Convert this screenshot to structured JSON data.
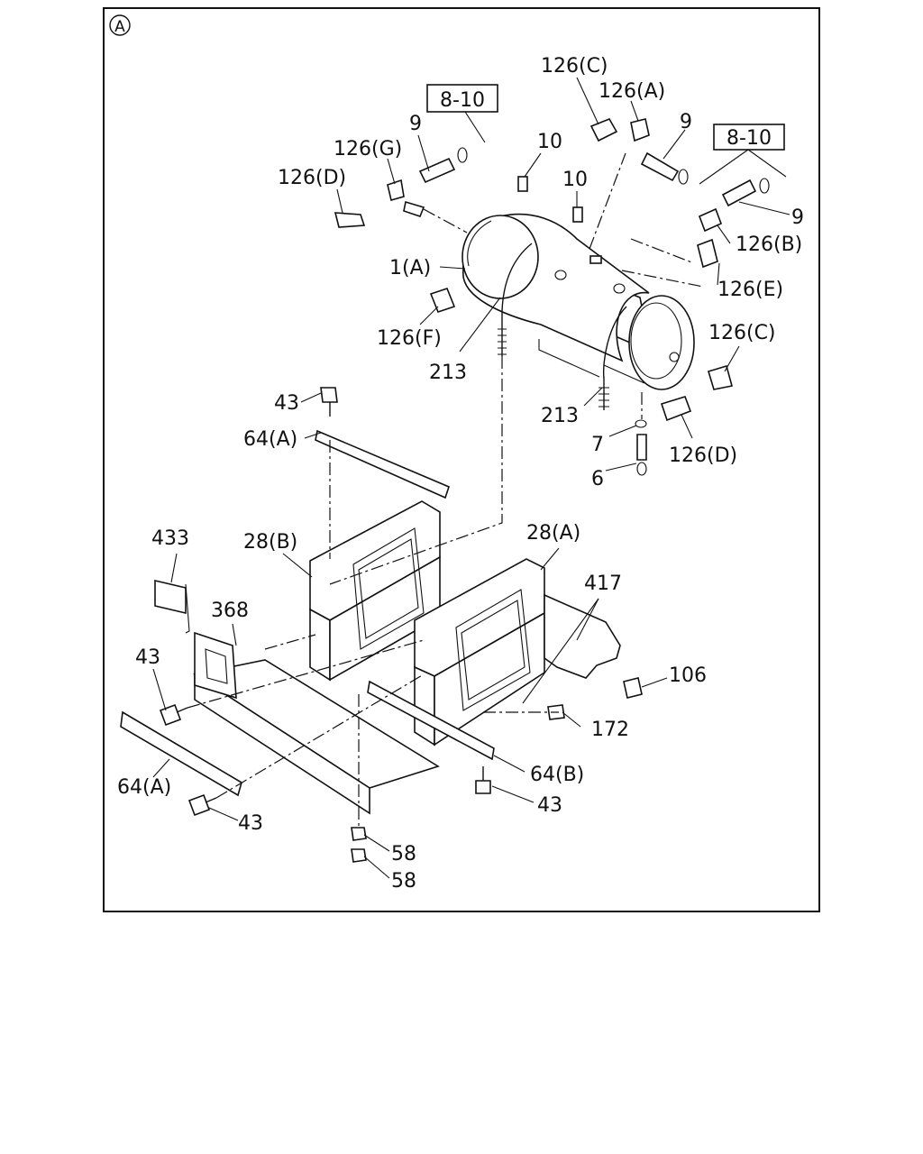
{
  "section_marker": "A",
  "callouts": {
    "ref_810_left": "8-10",
    "ref_810_right": "8-10",
    "p126C_top": "126(C)",
    "p126A": "126(A)",
    "p9_top_left": "9",
    "p9_top_right": "9",
    "p9_right": "9",
    "p10_a": "10",
    "p10_b": "10",
    "p126G": "126(G)",
    "p126D_left": "126(D)",
    "p126B": "126(B)",
    "p126E": "126(E)",
    "p1A": "1(A)",
    "p126F": "126(F)",
    "p213_left": "213",
    "p213_right": "213",
    "p126C_right": "126(C)",
    "p126D_right": "126(D)",
    "p43_top": "43",
    "p64A_top": "64(A)",
    "p7": "7",
    "p6": "6",
    "p433": "433",
    "p28B": "28(B)",
    "p28A": "28(A)",
    "p417": "417",
    "p368": "368",
    "p43_left": "43",
    "p106": "106",
    "p172": "172",
    "p64B": "64(B)",
    "p64A_bottom": "64(A)",
    "p43_bottom_mid": "43",
    "p43_bottom_left": "43",
    "p58_a": "58",
    "p58_b": "58"
  }
}
